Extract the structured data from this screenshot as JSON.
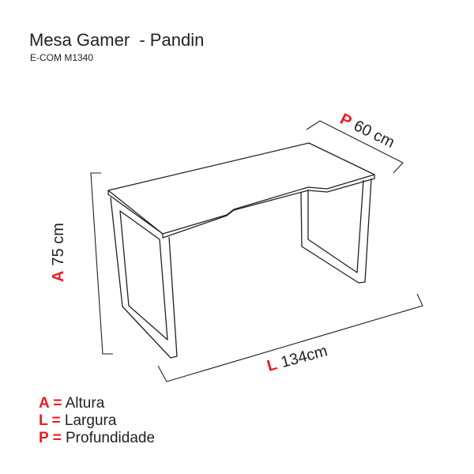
{
  "header": {
    "title": "Mesa Gamer  - Pandin",
    "code": "E-COM M1340"
  },
  "dimensions": {
    "height": {
      "key": "A",
      "value": "75 cm"
    },
    "width": {
      "key": "L",
      "value": "134cm"
    },
    "depth": {
      "key": "P",
      "value": "60 cm"
    }
  },
  "legend": [
    {
      "key": "A =",
      "label": "Altura"
    },
    {
      "key": "L =",
      "label": "Largura"
    },
    {
      "key": "P =",
      "label": "Profundidade"
    }
  ],
  "colors": {
    "accent": "#ed1c24",
    "line": "#231f20"
  }
}
